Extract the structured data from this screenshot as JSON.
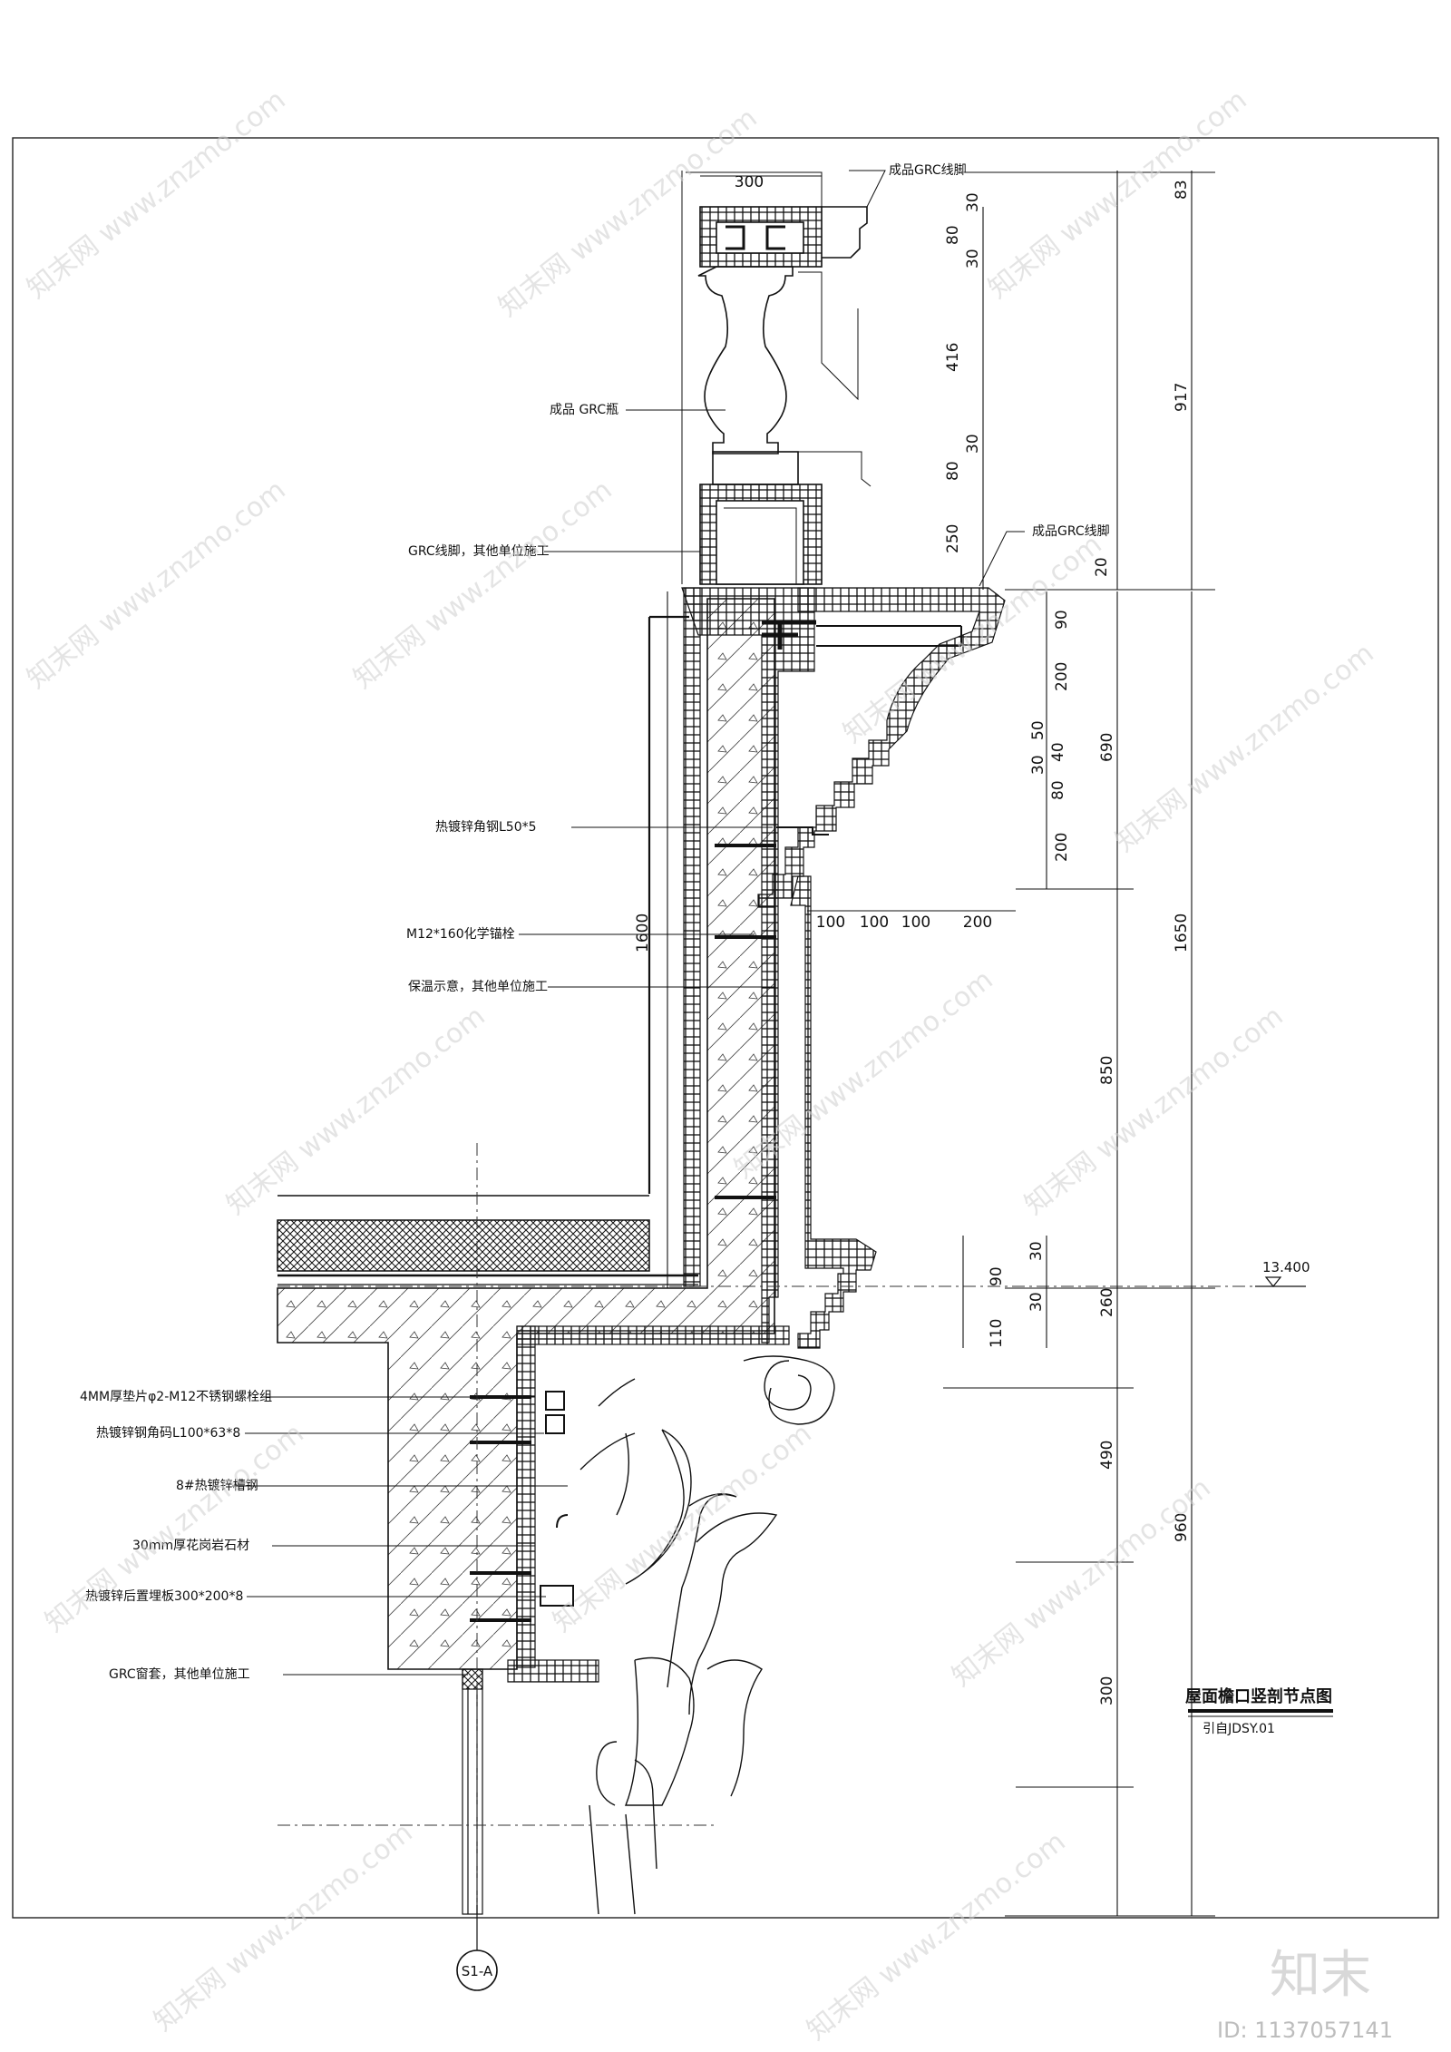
{
  "title_block": {
    "title": "屋面檐口竖剖节点图",
    "reference": "引自JDSY.01"
  },
  "section_marker": "S1-A",
  "level_mark": "13.400",
  "callouts_top": {
    "grc_cap": "成品GRC线脚",
    "grc_baluster": "成品 GRC瓶",
    "grc_base": "GRC线脚，其他单位施工",
    "grc_cornice": "成品GRC线脚"
  },
  "callouts_left": {
    "angle_steel": "热镀锌角钢L50*5",
    "anchor_bolt": "M12*160化学锚栓",
    "insulation": "保温示意，其他单位施工",
    "bolt_group": "4MM厚垫片φ2-M12不锈钢螺栓组",
    "angle_code": "热镀锌钢角码L100*63*8",
    "channel_steel": "8#热镀锌槽钢",
    "granite": "30mm厚花岗岩石材",
    "embed_plate": "热镀锌后置埋板300*200*8",
    "window_trim": "GRC窗套，其他单位施工"
  },
  "dimensions": {
    "top_width": "300",
    "cap_30a": "30",
    "cap_80a": "80",
    "cap_30b": "30",
    "baluster_416": "416",
    "cap_30c": "30",
    "base_80": "80",
    "base_250": "250",
    "base_20": "20",
    "total_917": "917",
    "top_83": "83",
    "wall_1600": "1600",
    "cornice_90a": "90",
    "cornice_200a": "200",
    "cornice_50": "50",
    "cornice_40": "40",
    "cornice_30a": "30",
    "cornice_80": "80",
    "cornice_690": "690",
    "cornice_200b": "200",
    "step_100a": "100",
    "step_100b": "100",
    "step_100c": "100",
    "step_200": "200",
    "total_1650": "1650",
    "mid_850": "850",
    "low_30a": "30",
    "low_90": "90",
    "low_30b": "30",
    "low_110": "110",
    "low_260": "260",
    "low_490": "490",
    "total_960": "960",
    "low_300": "300"
  },
  "watermark": {
    "text": "知末网 www.znzmo.com",
    "brand": "知末",
    "id": "ID: 1137057141"
  }
}
